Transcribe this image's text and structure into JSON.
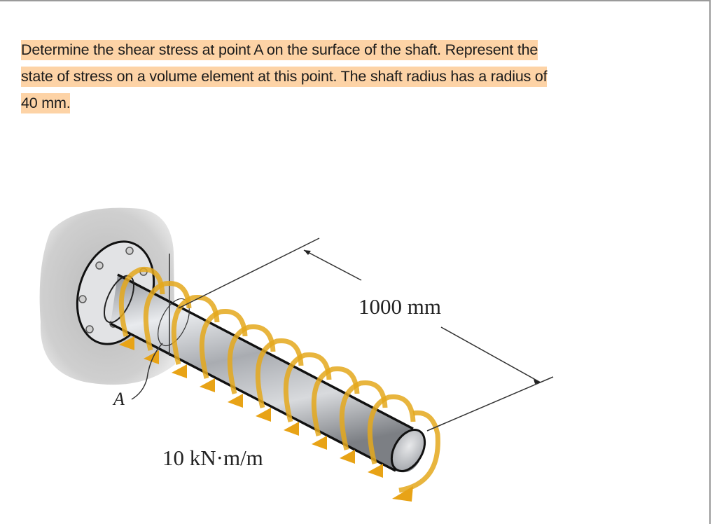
{
  "problem": {
    "line1": "Determine the shear stress at point A on the surface of the shaft. Represent the",
    "line2": "state of stress on a volume element at this point. The shaft radius has a radius of",
    "line3": "40 mm.",
    "highlight_color": "#fdd3a6"
  },
  "figure": {
    "length_label": "1000 mm",
    "torque_label": "10 kN·m/m",
    "point_label": "A",
    "colors": {
      "wall": "#c8c8c8",
      "shaft": "#b9bcc0",
      "torque_arrows": "#e4a81c",
      "dimension_lines": "#333333"
    }
  }
}
